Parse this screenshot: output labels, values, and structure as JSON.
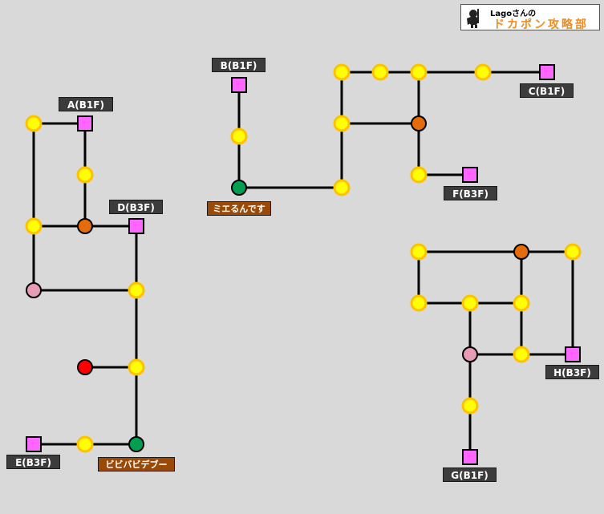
{
  "logo": {
    "subtitle": "Lagoさんの",
    "title": "ドカポン攻略部",
    "icon": "knight-icon",
    "title_color": "#f08c1e"
  },
  "colors": {
    "background": "#d9d9d9",
    "line": "#000000",
    "yellow_node": "#ffff00",
    "yellow_ring": "#ffc000",
    "orange_node": "#e46c0a",
    "green_node": "#00a050",
    "pink_node": "#e89bb4",
    "red_node": "#ff0000",
    "stairs_node": "#ff66ff",
    "label_gray": "#3c3c3c",
    "label_brown": "#9a4a06"
  },
  "labels": {
    "a": "A(B1F)",
    "b": "B(B1F)",
    "c": "C(B1F)",
    "d": "D(B3F)",
    "e": "E(B3F)",
    "f": "F(B3F)",
    "g": "G(B1F)",
    "h": "H(B3F)",
    "npc_left": "ビビバビデブー",
    "npc_mid": "ミエるんです"
  },
  "node_types": {
    "yellow": "space",
    "orange": "event",
    "green": "npc",
    "pink": "special",
    "red": "danger",
    "square": "stairs"
  }
}
